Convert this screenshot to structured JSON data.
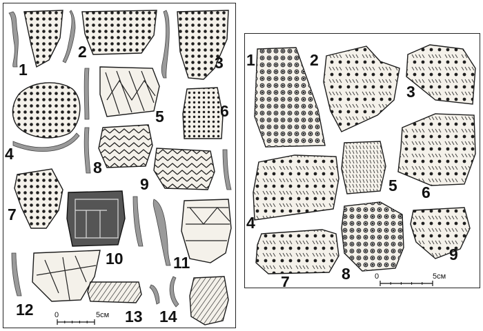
{
  "plates": {
    "left": {
      "numbers": [
        "1",
        "2",
        "3",
        "4",
        "5",
        "6",
        "7",
        "8",
        "9",
        "10",
        "11",
        "12",
        "13",
        "14"
      ],
      "scale": {
        "zero": "0",
        "length": "5см"
      }
    },
    "right": {
      "numbers": [
        "1",
        "2",
        "3",
        "4",
        "5",
        "6",
        "7",
        "8",
        "9"
      ],
      "scale": {
        "zero": "0",
        "length": "5см"
      }
    }
  }
}
